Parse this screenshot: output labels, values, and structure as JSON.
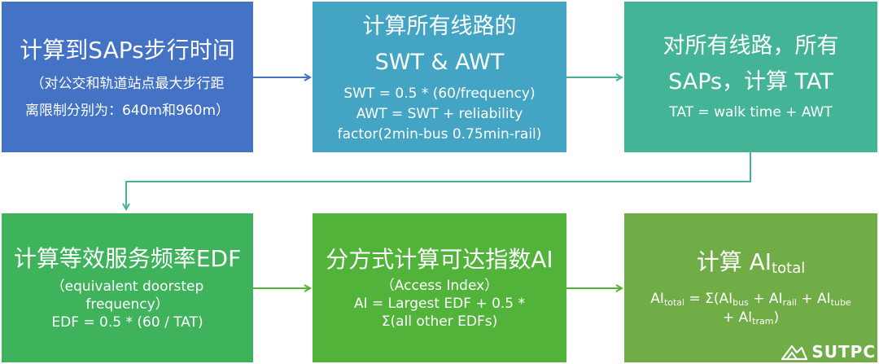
{
  "colors": {
    "box1": "#4472c4",
    "box2": "#43a4c4",
    "box3": "#43b496",
    "box4": "#3fb25c",
    "box5": "#52b33b",
    "box6": "#70ad47",
    "arrow_blue": "#4472c4",
    "arrow_teal": "#43b496",
    "arrow_green": "#52b33b"
  },
  "step1": {
    "title": "计算到SAPs步行时间",
    "note_line1": "（对公交和轨道站点最大步行距",
    "note_line2": "离限制分别为：640m和960m）"
  },
  "step2": {
    "title_line1": "计算所有线路的",
    "title_line2": "SWT & AWT",
    "formula_swt": "SWT = 0.5 * (60/frequency)",
    "formula_awt_line1": "AWT = SWT + reliability",
    "formula_awt_line2": "factor(2min-bus  0.75min-rail)"
  },
  "step3": {
    "title_line1": "对所有线路，所有",
    "title_line2": "SAPs，计算 TAT",
    "formula_tat": "TAT = walk time + AWT"
  },
  "step4": {
    "title": "计算等效服务频率EDF",
    "desc_line1": "（equivalent doorstep",
    "desc_line2": "frequency）",
    "formula_edf": "EDF = 0.5 * (60 / TAT)"
  },
  "step5": {
    "title": "分方式计算可达指数AI",
    "desc": "（Access Index）",
    "formula_line1": "AI = Largest EDF + 0.5 *",
    "formula_line2": "Σ(all other EDFs)"
  },
  "step6": {
    "title_prefix": "计算 AI",
    "title_sub": "total",
    "f_ai": "AI",
    "f_total": "total",
    "f_eq": " = Σ(AI",
    "f_bus": "bus",
    "f_plus1": " + AI",
    "f_rail": "rail",
    "f_plus2": " + AI",
    "f_tube": "tube",
    "f_plus3": "+ AI",
    "f_tram": "tram",
    "f_close": ")"
  },
  "logo": {
    "text": "SUTPC",
    "icon": "sutpc-logo-icon"
  }
}
